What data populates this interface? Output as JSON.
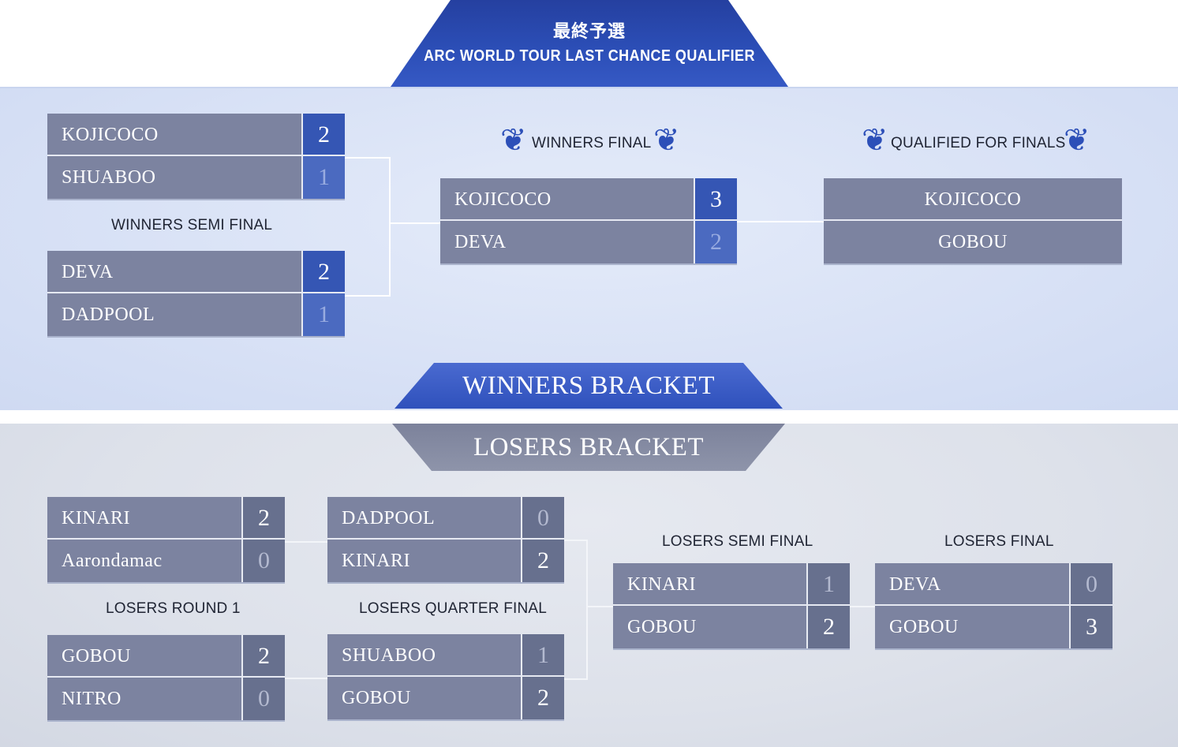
{
  "header": {
    "title_jp": "最終予選",
    "title_en": "ARC WORLD TOUR LAST CHANCE QUALIFIER"
  },
  "colors": {
    "winners_accent": "#3556b4",
    "name_cell": "#7c83a0",
    "score_cell": "#67708e",
    "loser_score_text": "#b3b9cf"
  },
  "winners": {
    "banner": "WINNERS BRACKET",
    "semi_label": "WINNERS SEMI FINAL",
    "final_label": "WINNERS FINAL",
    "qualified_label": "QUALIFIED FOR FINALS",
    "semi1": [
      {
        "name": "KOJICOCO",
        "score": "2"
      },
      {
        "name": "SHUABOO",
        "score": "1"
      }
    ],
    "semi2": [
      {
        "name": "DEVA",
        "score": "2"
      },
      {
        "name": "DADPOOL",
        "score": "1"
      }
    ],
    "final": [
      {
        "name": "KOJICOCO",
        "score": "3"
      },
      {
        "name": "DEVA",
        "score": "2"
      }
    ],
    "qualified": [
      "KOJICOCO",
      "GOBOU"
    ]
  },
  "losers": {
    "banner": "LOSERS BRACKET",
    "round1_label": "LOSERS ROUND 1",
    "quarter_label": "LOSERS QUARTER FINAL",
    "semi_label": "LOSERS SEMI FINAL",
    "final_label": "LOSERS FINAL",
    "r1a": [
      {
        "name": "KINARI",
        "score": "2"
      },
      {
        "name": "Aarondamac",
        "score": "0"
      }
    ],
    "r1b": [
      {
        "name": "GOBOU",
        "score": "2"
      },
      {
        "name": "NITRO",
        "score": "0"
      }
    ],
    "qfa": [
      {
        "name": "DADPOOL",
        "score": "0"
      },
      {
        "name": "KINARI",
        "score": "2"
      }
    ],
    "qfb": [
      {
        "name": "SHUABOO",
        "score": "1"
      },
      {
        "name": "GOBOU",
        "score": "2"
      }
    ],
    "semi": [
      {
        "name": "KINARI",
        "score": "1"
      },
      {
        "name": "GOBOU",
        "score": "2"
      }
    ],
    "final": [
      {
        "name": "DEVA",
        "score": "0"
      },
      {
        "name": "GOBOU",
        "score": "3"
      }
    ]
  }
}
